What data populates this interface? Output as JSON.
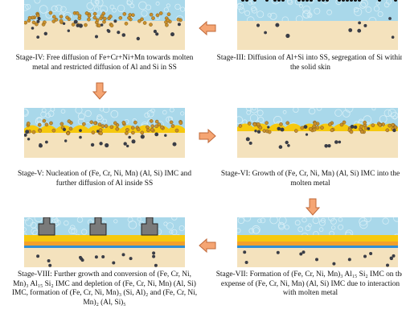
{
  "stages": [
    {
      "id": "stage-iv",
      "caption": "Stage-IV: Free diffusion of Fe+Cr+Ni+Mn towards molten metal and restricted diffusion of Al and Si in SS",
      "type": "particles"
    },
    {
      "id": "stage-iii",
      "caption": "Stage-III: Diffusion of Al+Si into SS, segregation of Si within the solid skin",
      "type": "particles"
    },
    {
      "id": "stage-v",
      "caption": "Stage-V: Nucleation of (Fe, Cr, Ni, Mn) (Al, Si) IMC and further diffusion of Al inside SS",
      "type": "imc"
    },
    {
      "id": "stage-vi",
      "caption": "Stage-VI: Growth of (Fe, Cr, Ni, Mn) (Al, Si) IMC into the molten metal",
      "type": "imc"
    },
    {
      "id": "stage-viii",
      "caption": "Stage-VIII: Further growth and conversion of (Fe, Cr, Ni, Mn)₃ Al₁₅ Si₂ IMC and depletion of (Fe, Cr, Ni, Mn) (Al, Si) IMC, formation of (Fe, Cr, Ni, Mn)₃ (Si, Al)₂ and (Fe, Cr, Ni, Mn)₂ (Al, Si)₅",
      "type": "layered-teeth"
    },
    {
      "id": "stage-vii",
      "caption": "Stage-VII: Formation of (Fe, Cr, Ni, Mn)₃ Al₁₅ Si₂ IMC on the expense of (Fe, Cr, Ni, Mn) (Al, Si) IMC due to interaction with molten metal",
      "type": "layered"
    }
  ],
  "colors": {
    "melt": "#a9d8ea",
    "melt_pattern": "#d7eef6",
    "steel": "#f4e2bd",
    "imc_yellow": "#f6c90e",
    "imc_orange": "#f3a02a",
    "blue_band": "#2f8fd6",
    "particle_dark": "#3a3d46",
    "particle_gold": "#c9902c",
    "arrow": "#f5a573",
    "arrow_stroke": "#c0693a",
    "tooth": "#7a7a7a"
  },
  "arrows": [
    "left",
    "down",
    "right",
    "down",
    "left"
  ]
}
